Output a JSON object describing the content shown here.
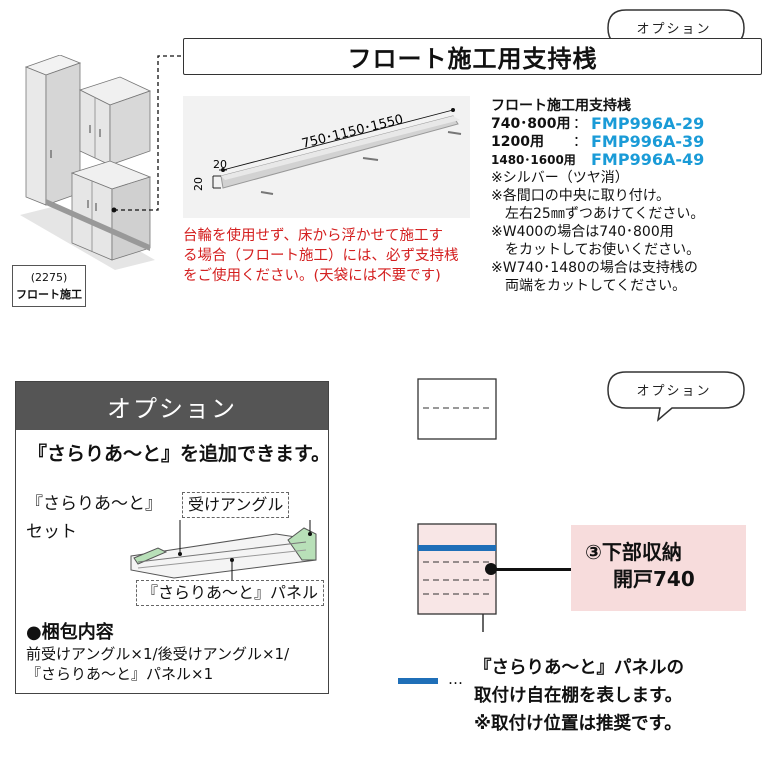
{
  "top_section": {
    "option_tag": "オプション",
    "title": "フロート施工用支持桟",
    "cabinet_caption": {
      "size": "(2275)",
      "label": "フロート施工"
    },
    "diagram": {
      "length_label": "750･1150･1550",
      "width_label": "20",
      "height_label": "20"
    },
    "red_note": [
      "台輪を使用せず、床から浮かせて施工す",
      "る場合（フロート施工）には、必ず支持桟",
      "をご使用ください。(天袋には不要です)"
    ],
    "spec": {
      "heading": "フロート施工用支持桟",
      "items": [
        {
          "size": "740･800用",
          "sep": "：",
          "code": "FMP996A-29"
        },
        {
          "size": "1200用",
          "sep": "：",
          "code": "FMP996A-39"
        },
        {
          "size": "1480･1600用",
          "sep": "：",
          "code": "FMP996A-49"
        }
      ],
      "notes": [
        "※シルバー（ツヤ消）",
        "※各間口の中央に取り付け。",
        "左右25㎜ずつあけてください。",
        "※W400の場合は740･800用",
        "をカットしてお使いください。",
        "※W740･1480の場合は支持桟の",
        "両端をカットしてください。"
      ]
    }
  },
  "option_panel": {
    "header": "オプション",
    "subtitle": "『さらりあ～と』を追加できます。",
    "set_label_line1": "『さらりあ～と』",
    "set_label_line2": "セット",
    "angle_label": "受けアングル",
    "panel_label": "『さらりあ～と』パネル",
    "package_title": "●梱包内容",
    "package_lines": [
      "前受けアングル×1/後受けアングル×1/",
      "『さらりあ～と』パネル×1"
    ]
  },
  "bottom_right": {
    "option_tag": "オプション",
    "callout_line1": "③下部収納",
    "callout_line2": "開戸740",
    "legend_dots": "…",
    "legend_lines": [
      "『さらりあ～と』パネルの",
      "取付け自在棚を表します。",
      "※取付け位置は推奨です。"
    ],
    "colors": {
      "accent_blue": "#1f6fb8",
      "callout_bg": "#f7dcdc",
      "spec_code": "#1a9bd7",
      "red_note": "#d42020"
    }
  }
}
